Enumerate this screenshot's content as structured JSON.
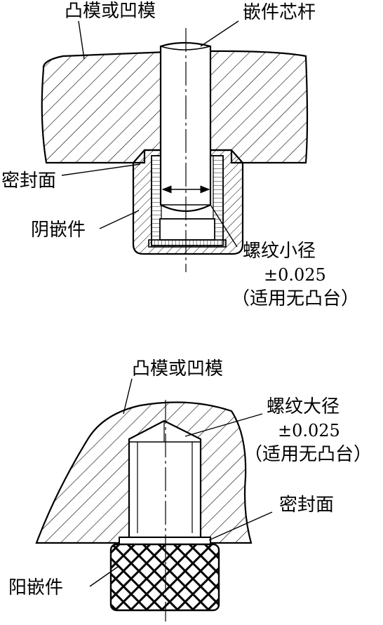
{
  "top": {
    "label_die": "凸模或凹模",
    "label_core_rod": "嵌件芯杆",
    "label_seal_face": "密封面",
    "label_female_insert": "阴嵌件",
    "label_thread_minor": "螺纹小径",
    "label_tolerance": "±0.025",
    "label_note": "（适用无凸台）"
  },
  "bottom": {
    "label_die": "凸模或凹模",
    "label_thread_major": "螺纹大径",
    "label_tolerance": "±0.025",
    "label_note": "（适用无凸台）",
    "label_seal_face": "密封面",
    "label_male_insert": "阳嵌件"
  }
}
